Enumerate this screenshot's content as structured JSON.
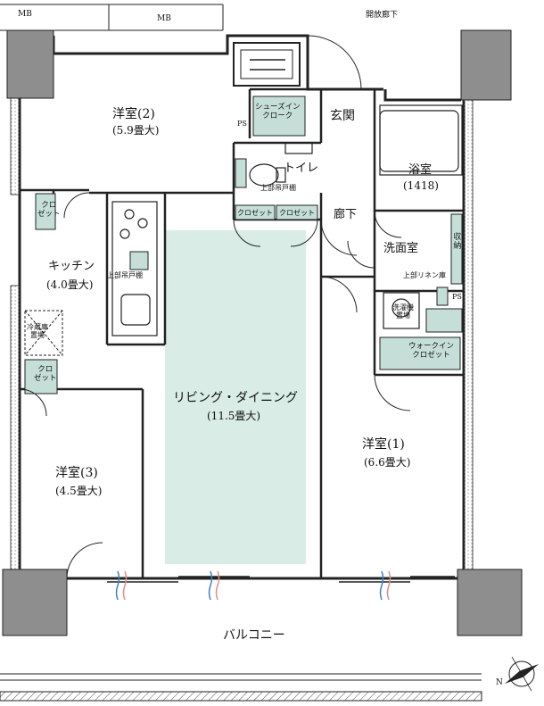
{
  "labels": {
    "mb_left": "MB",
    "mb_right": "MB",
    "corridor_open": "開放廊下",
    "bedroom2": "洋室(2)",
    "bedroom2_area": "(5.9畳大)",
    "ps_top": "PS",
    "shoes_closet": "シューズイン\nクローク",
    "entrance": "玄関",
    "toilet": "トイレ",
    "upper_cabinet_toilet": "上部吊戸棚",
    "closet_a": "クロゼット",
    "closet_b": "クロゼット",
    "hallway": "廊下",
    "bath": "浴室",
    "bath_size": "(1418)",
    "washroom": "洗面室",
    "linen_storage": "上部リネン庫",
    "vertical_storage": "収納",
    "ps_right": "PS",
    "washer_space": "洗濯機\n置場",
    "walkin_closet": "ウォークイン\nクロゼット",
    "closet_left_top": "クロ\nゼット",
    "kitchen": "キッチン",
    "kitchen_area": "(4.0畳大)",
    "upper_cabinet_kitchen": "上部吊戸棚",
    "fridge_space": "冷蔵庫\n置場",
    "closet_left_mid": "クロ\nゼット",
    "living_dining": "リビング・ダイニング",
    "living_area": "(11.5畳大)",
    "bedroom1": "洋室(1)",
    "bedroom1_area": "(6.6畳大)",
    "bedroom3": "洋室(3)",
    "bedroom3_area": "(4.5畳大)",
    "balcony": "バルコニー",
    "north": "N"
  },
  "colors": {
    "wall": "#222222",
    "storage_fill": "#c5dfd8",
    "living_fill": "#d9ece6",
    "column_fill": "#8e8e8e",
    "airflow_blue": "#3b7fd0",
    "airflow_red": "#e08c8c"
  }
}
